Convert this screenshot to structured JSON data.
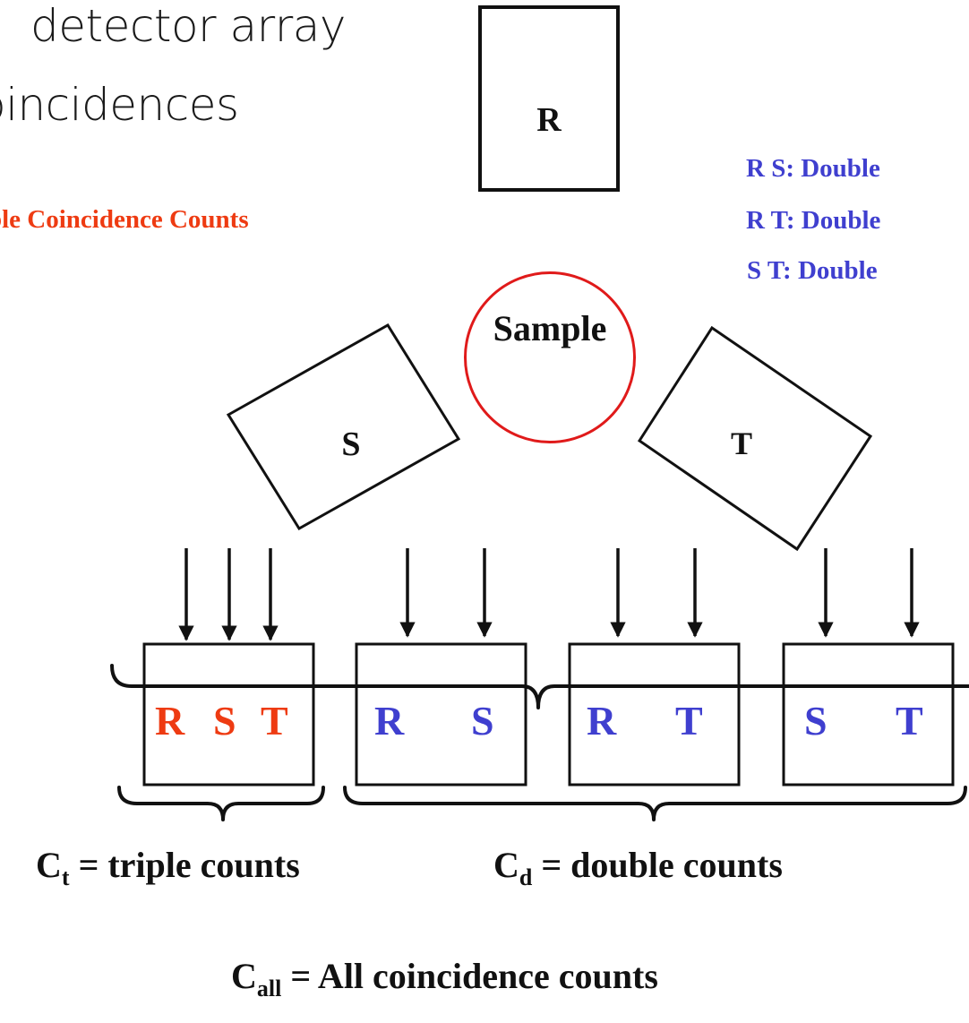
{
  "title": {
    "line1": "detector array",
    "line2": "oincidences"
  },
  "legend": {
    "triple": "ble Coincidence Counts",
    "doubles": [
      "R S: Double",
      "R T: Double",
      "S T:  Double"
    ]
  },
  "detectors": {
    "r": "R",
    "s": "S",
    "t": "T",
    "sample": "Sample"
  },
  "boxes": {
    "rst": [
      "R",
      "S",
      "T"
    ],
    "rs": [
      "R",
      "S"
    ],
    "rt": [
      "R",
      "T"
    ],
    "st": [
      "S",
      "T"
    ]
  },
  "formulas": {
    "triple": {
      "sym": "C",
      "sub": "t",
      "rest": " = triple counts"
    },
    "double": {
      "sym": "C",
      "sub": "d",
      "rest": " = double counts"
    },
    "all": {
      "sym": "C",
      "sub": "all",
      "rest": " = All coincidence counts"
    }
  },
  "colors": {
    "triple": "#ee3b12",
    "double": "#3f3fcf",
    "sample_ring": "#e01a1a"
  }
}
